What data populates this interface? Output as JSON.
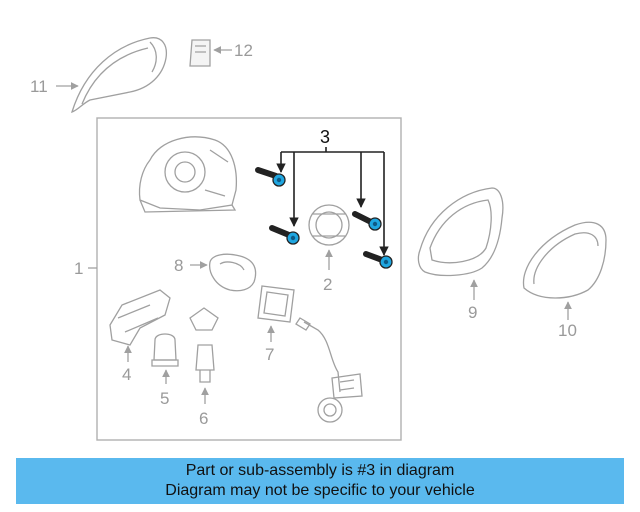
{
  "labels": {
    "p1": "1",
    "p2": "2",
    "p3": "3",
    "p4": "4",
    "p5": "5",
    "p6": "6",
    "p7": "7",
    "p8": "8",
    "p9": "9",
    "p10": "10",
    "p11": "11",
    "p12": "12"
  },
  "highlight_color": "#1fa6e0",
  "banner": {
    "line1": "Part or sub-assembly is #3 in diagram",
    "line2": "Diagram may not be specific to your vehicle",
    "background": "#5ab9ee"
  }
}
